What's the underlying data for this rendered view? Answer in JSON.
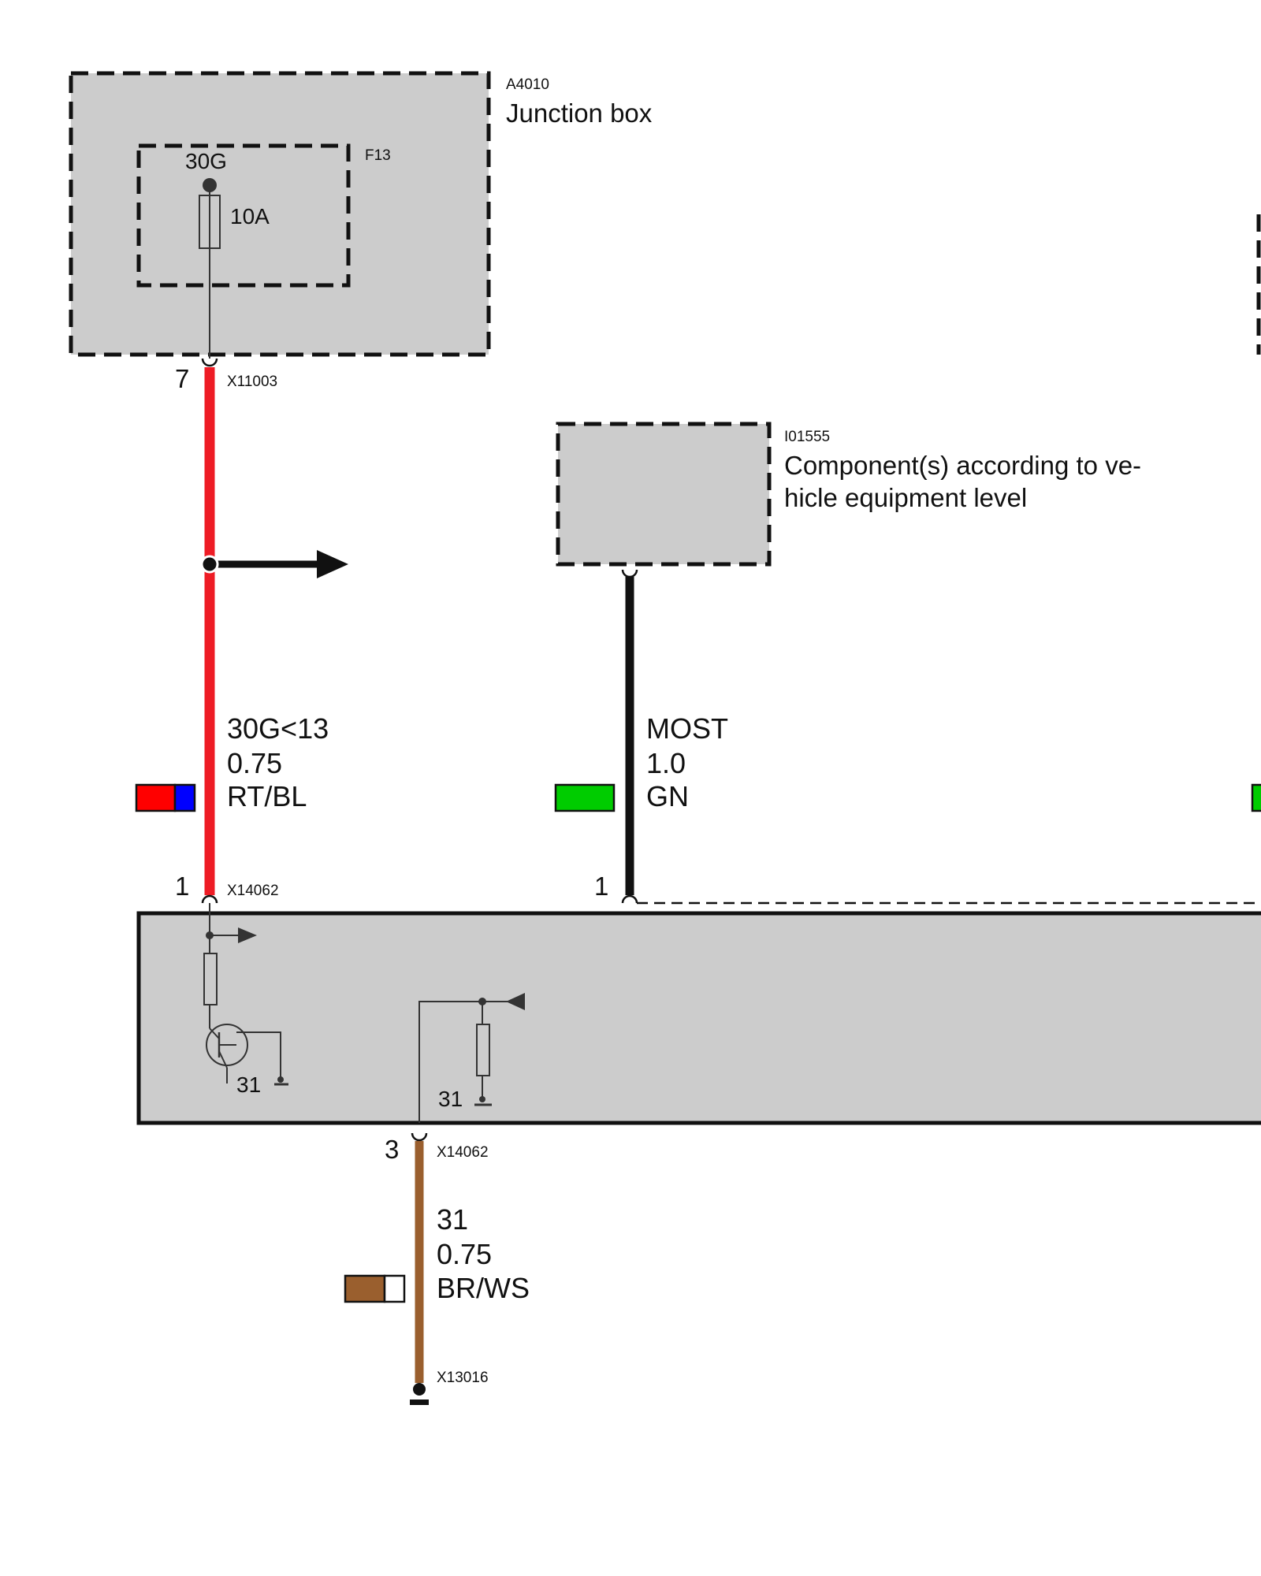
{
  "junction_box": {
    "id": "A4010",
    "name": "Junction box",
    "fuse": {
      "id": "F13",
      "terminal": "30G",
      "rating": "10A"
    },
    "pin": "7",
    "connector": "X11003"
  },
  "component_box": {
    "id": "I01555",
    "name_line1": "Component(s) according to ve-",
    "name_line2": "hicle equipment level"
  },
  "wire_red": {
    "signal": "30G<13",
    "gauge": "0.75",
    "color_code": "RT/BL",
    "colors": [
      "#ff0000",
      "#0000ff"
    ],
    "pin": "1",
    "connector": "X14062"
  },
  "wire_most": {
    "signal": "MOST",
    "gauge": "1.0",
    "color_code": "GN",
    "colors": [
      "#00cc00"
    ],
    "pin": "1"
  },
  "control_unit": {
    "ground_label_left": "31",
    "ground_label_right": "31"
  },
  "wire_brown": {
    "pin": "3",
    "connector": "X14062",
    "signal": "31",
    "gauge": "0.75",
    "color_code": "BR/WS",
    "colors": [
      "#9a5f2e",
      "#ffffff"
    ],
    "ground_connector": "X13016"
  },
  "colors": {
    "box_fill": "#cccccc",
    "line": "#111111",
    "red_wire": "#ee1c25",
    "brown_wire": "#9a5f2e"
  }
}
